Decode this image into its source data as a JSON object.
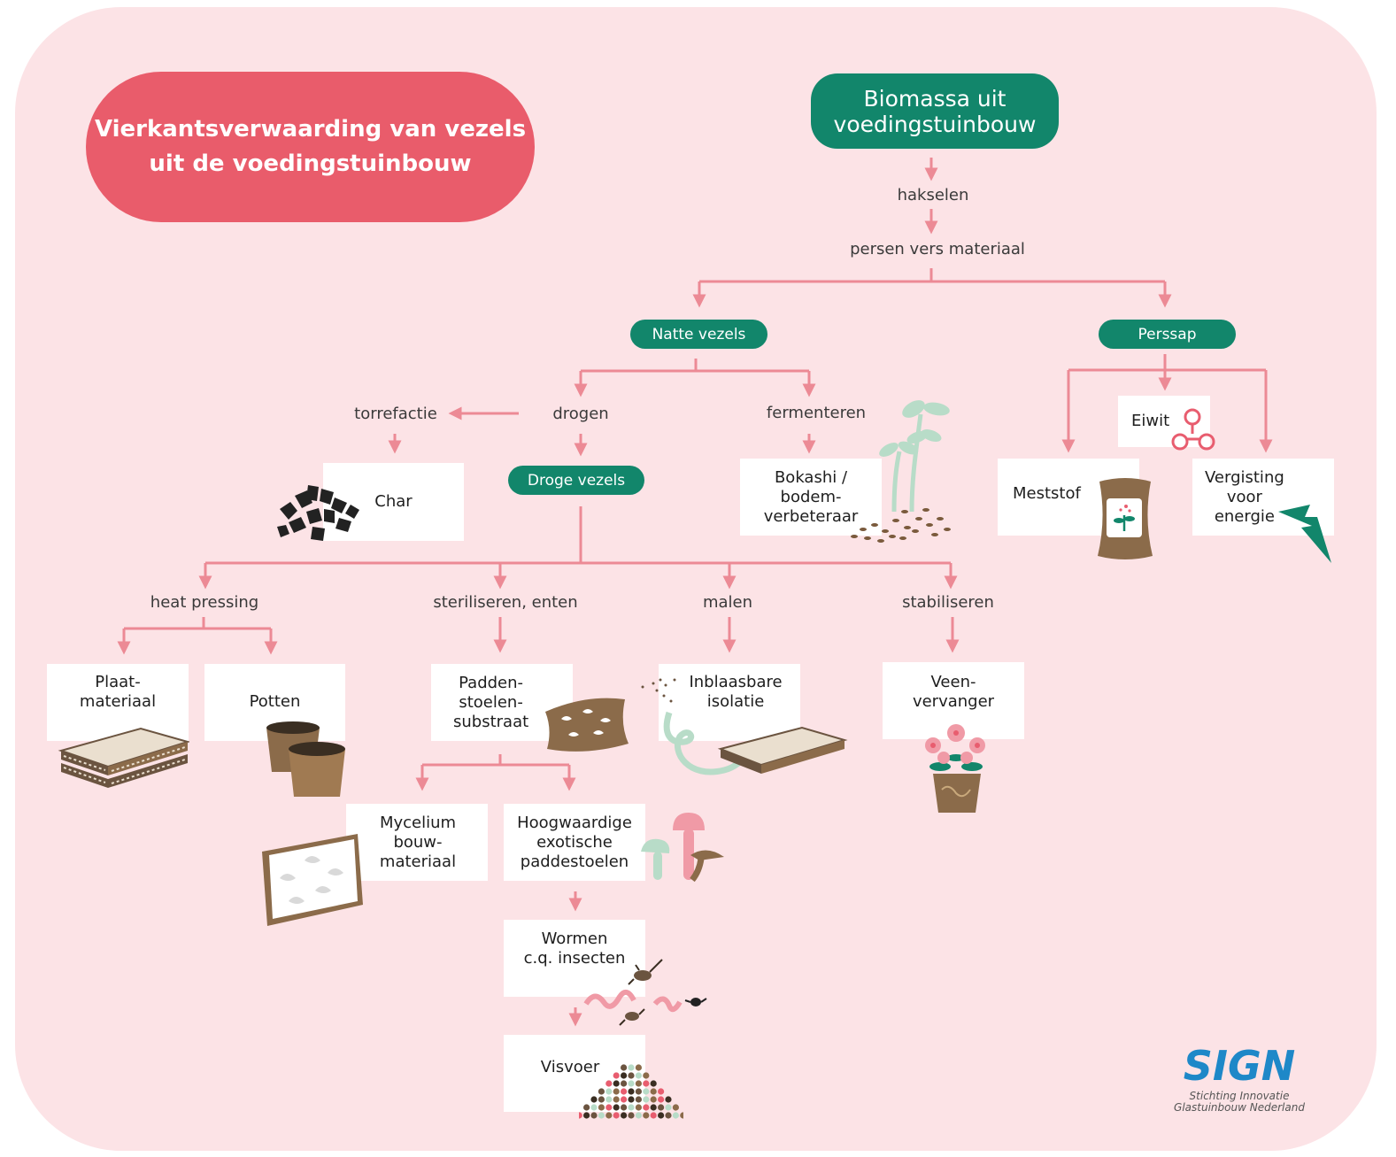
{
  "title": "Vierkantsverwaarding van vezels\nuit de voedingstuinbouw",
  "nodes": {
    "biomassa": "Biomassa uit\nvoedingstuinbouw",
    "natte_vezels": "Natte vezels",
    "perssap": "Perssap",
    "droge_vezels": "Droge vezels",
    "char": "Char",
    "bokashi": "Bokashi /\nbodem-\nverbeteraar",
    "eiwit": "Eiwit",
    "meststof": "Meststof",
    "vergisting": "Vergisting\nvoor\nenergie",
    "plaatmateriaal": "Plaat-\nmateriaal",
    "potten": "Potten",
    "paddenstoelensubstraat": "Padden-\nstoelen-\nsubstraat",
    "inblaasbare_isolatie": "Inblaasbare\nisolatie",
    "veenvervanger": "Veen-\nvervanger",
    "mycelium": "Mycelium\nbouw-\nmateriaal",
    "hoogwaardige": "Hoogwaardige\nexotische\npaddestoelen",
    "wormen": "Wormen\nc.q. insecten",
    "visvoer": "Visvoer"
  },
  "process_labels": {
    "hakselen": "hakselen",
    "persen": "persen vers materiaal",
    "torrefactie": "torrefactie",
    "drogen": "drogen",
    "fermenteren": "fermenteren",
    "heat_pressing": "heat pressing",
    "steriliseren": "steriliseren, enten",
    "malen": "malen",
    "stabiliseren": "stabiliseren"
  },
  "logo": {
    "text": "SIGN",
    "caption": "Stichting Innovatie\nGlastuinbouw Nederland"
  },
  "colors": {
    "background": "#fce3e6",
    "title_fill": "#e95c6b",
    "node_fill": "#12866b",
    "arrow": "#ec8a95",
    "box_fill": "#ffffff"
  }
}
